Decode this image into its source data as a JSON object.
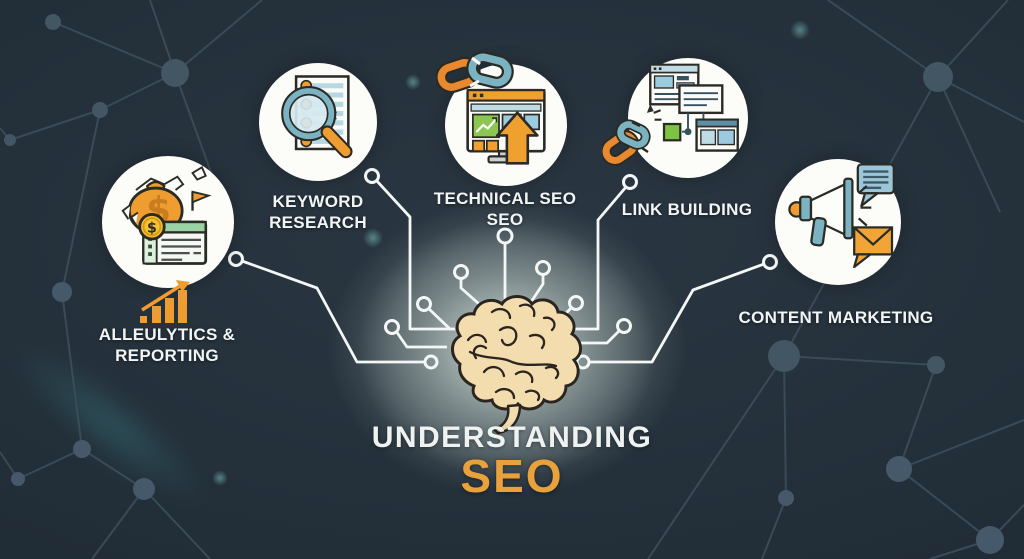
{
  "title": {
    "line1": "UNDERSTANDING",
    "line2": "SEO"
  },
  "topics": [
    {
      "id": "analytics-reporting",
      "label": "ALLEULYTICS &\nREPORTING",
      "icon": "money-report-icon"
    },
    {
      "id": "keyword-research",
      "label": "KEYWORD\nRESEARCH",
      "icon": "document-magnifier-icon"
    },
    {
      "id": "technical-seo",
      "label": "TECHNICAL SEO\nSEO",
      "icon": "browser-up-arrow-icon"
    },
    {
      "id": "link-building",
      "label": "LINK BUILDING",
      "icon": "connected-windows-icon"
    },
    {
      "id": "content-marketing",
      "label": "CONTENT MARKETING",
      "icon": "megaphone-message-icon"
    }
  ],
  "center": {
    "icon": "brain-icon"
  },
  "decorations": {
    "analytics_chart_icon": "bar-chart-growth-icon",
    "technical_chain_icon": "chain-link-icon",
    "link_chain_icon": "chain-link-icon"
  },
  "colors": {
    "background": "#222E38",
    "accent_orange": "#E9A23B",
    "icon_orange": "#EF9D30",
    "icon_teal": "#7CB3C2",
    "icon_blue": "#9CCADE",
    "icon_green": "#7DC242",
    "circuit_white": "#F3F7F6",
    "network_line": "#3B4D5A"
  }
}
